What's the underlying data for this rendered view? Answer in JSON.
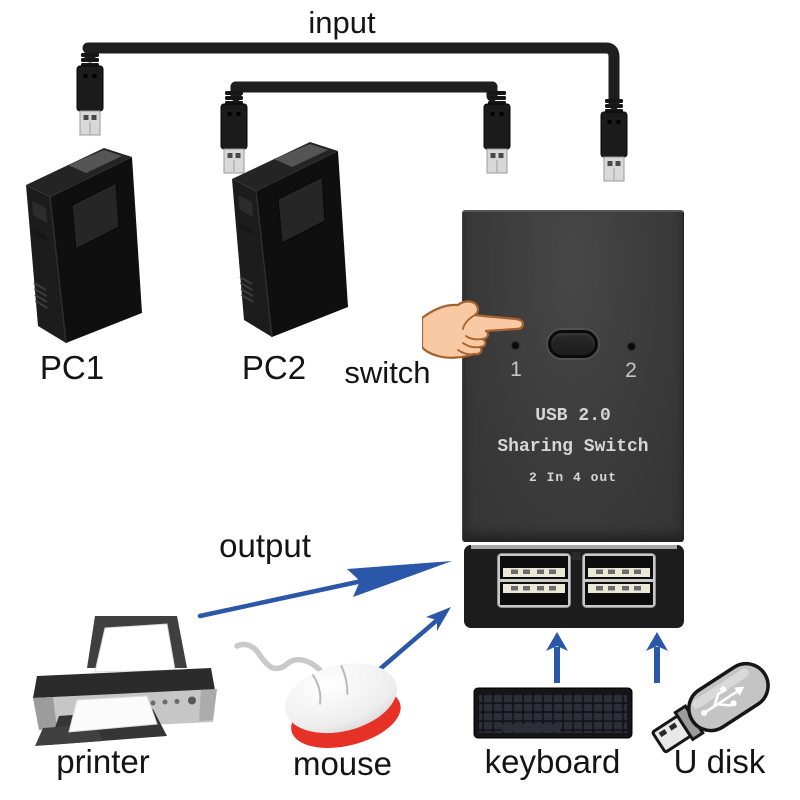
{
  "labels": {
    "input": "input",
    "pc1": "PC1",
    "pc2": "PC2",
    "switch": "switch",
    "output": "output",
    "printer": "printer",
    "mouse": "mouse",
    "keyboard": "keyboard",
    "udisk": "U disk"
  },
  "switch_box": {
    "line1": "USB 2.0",
    "line2": "Sharing Switch",
    "line3": "2 In 4 out",
    "indicator1": "1",
    "indicator2": "2"
  },
  "icons": {
    "pc_tower": "pc-tower-icon",
    "usb_plug": "usb-plug-icon",
    "usb_cable": "usb-cable",
    "pointing_hand": "pointing-hand-icon",
    "selector_button": "selector-button",
    "led_indicator": "led-indicator",
    "usb_ports": "usb-port-icon",
    "arrow": "arrow-icon",
    "printer": "printer-icon",
    "mouse": "mouse-icon",
    "keyboard": "keyboard-icon",
    "u_disk": "usb-flash-drive-icon"
  },
  "colors": {
    "background": "#ffffff",
    "arrow_blue": "#2a57a8",
    "cable_black": "#1e1e1e",
    "switch_body": "#3a3a3a",
    "switch_text": "#d6d6d6",
    "hand_skin": "#f9c9a3",
    "mouse_red": "#e53126",
    "label_text": "#141414"
  }
}
